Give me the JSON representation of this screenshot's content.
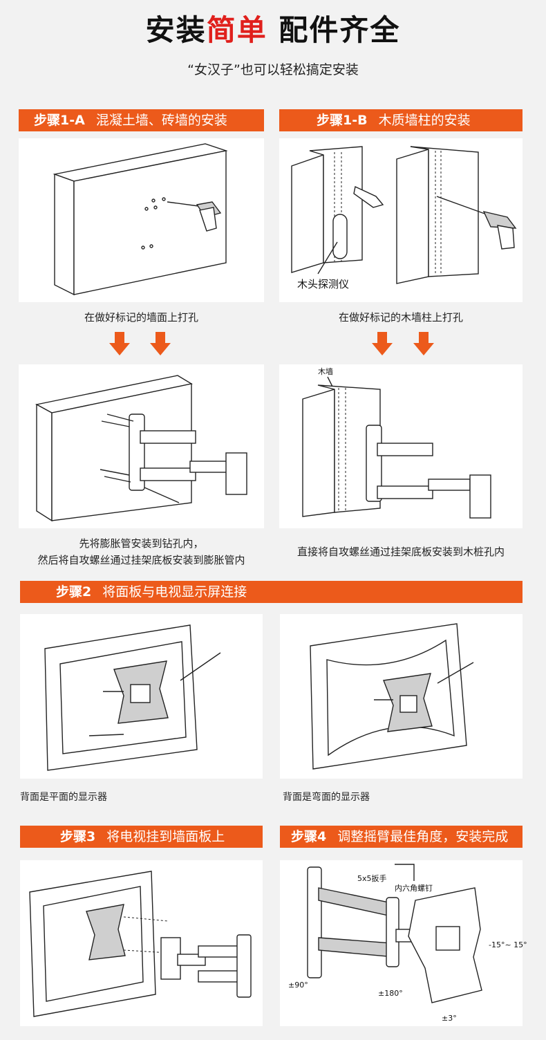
{
  "header": {
    "title_part1": "安装",
    "title_red": "简单",
    "title_part2": " 配件齐全",
    "subtitle": "“女汉子”也可以轻松搞定安装"
  },
  "step1a": {
    "num": "步骤1-A",
    "text": "混凝土墙、砖墙的安装",
    "caption_top": "在做好标记的墙面上打孔",
    "caption_bottom_line1": "先将膨胀管安装到钻孔内，",
    "caption_bottom_line2": "然后将自攻螺丝通过挂架底板安装到膨胀管内"
  },
  "step1b": {
    "num": "步骤1-B",
    "text": "木质墙柱的安装",
    "detector_label": "木头探测仪",
    "caption_top": "在做好标记的木墙柱上打孔",
    "wood_wall_label": "木墙",
    "caption_bottom": "直接将自攻螺丝通过挂架底板安装到木桩孔内"
  },
  "step2": {
    "num": "步骤2",
    "text": "将面板与电视显示屏连接",
    "caption_flat": "背面是平面的显示器",
    "caption_curved": "背面是弯面的显示器"
  },
  "step3": {
    "num": "步骤3",
    "text": "将电视挂到墙面板上"
  },
  "step4": {
    "num": "步骤4",
    "text": "调整摇臂最佳角度，安装完成",
    "wrench_label": "5x5扳手",
    "screw_label": "内六角螺钉",
    "tilt_label": "-15°~ 15°",
    "swivel_wall_label": "±90°",
    "swivel_arm_label": "±180°",
    "rotate_label": "±3°"
  },
  "colors": {
    "accent_orange": "#ec5a1b",
    "title_red": "#e0201c"
  }
}
